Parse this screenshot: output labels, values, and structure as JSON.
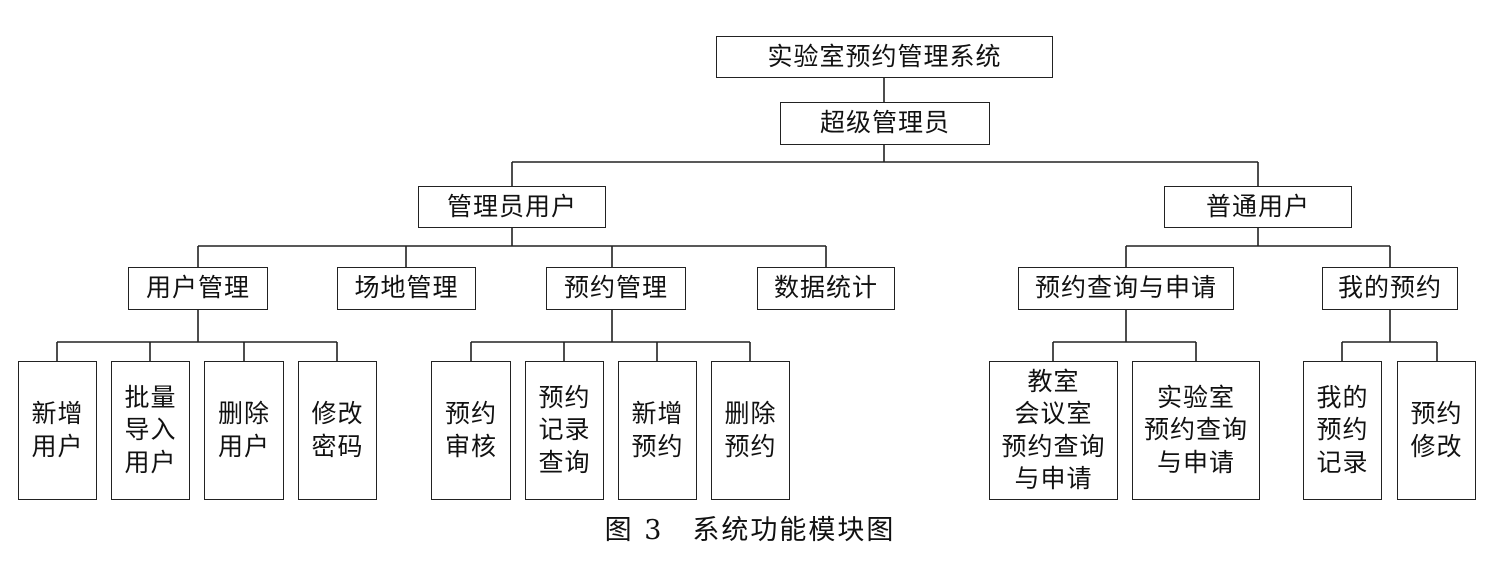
{
  "root": "实验室预约管理系统",
  "super_admin": "超级管理员",
  "admin_user": {
    "label": "管理员用户",
    "modules": [
      {
        "label": "用户管理",
        "children": [
          "新增用户",
          "批量导入用户",
          "删除用户",
          "修改密码"
        ]
      },
      {
        "label": "场地管理"
      },
      {
        "label": "预约管理",
        "children": [
          "预约审核",
          "预约记录查询",
          "新增预约",
          "删除预约"
        ]
      },
      {
        "label": "数据统计"
      }
    ]
  },
  "normal_user": {
    "label": "普通用户",
    "modules": [
      {
        "label": "预约查询与申请",
        "children": [
          "教室\n会议室\n预约查询\n与申请",
          "实验室\n预约查询\n与申请"
        ]
      },
      {
        "label": "我的预约",
        "children": [
          "我的预约记录",
          "预约修改"
        ]
      }
    ]
  },
  "caption": "图 3　系统功能模块图"
}
